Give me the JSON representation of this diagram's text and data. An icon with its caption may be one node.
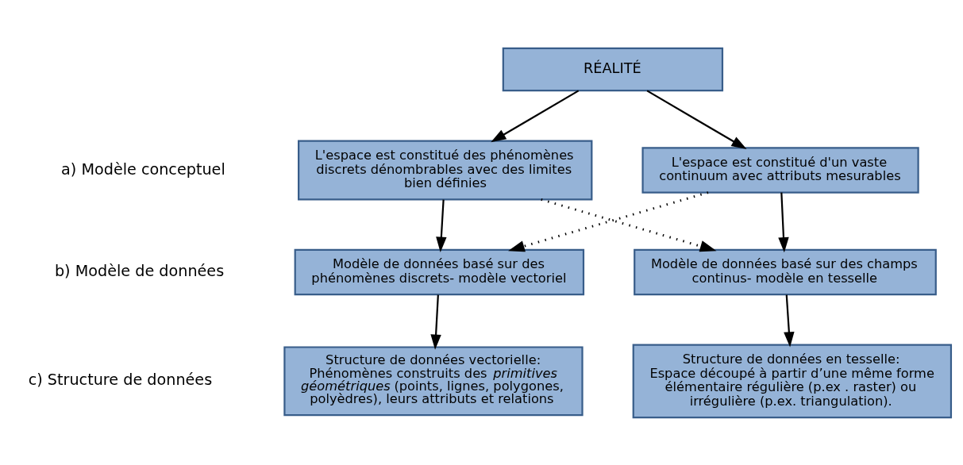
{
  "diagram": {
    "nodes": [
      {
        "text": [
          "RÉALITÉ"
        ]
      },
      {
        "text": [
          "L'espace est constitué des phénomènes discrets dénombrables avec des limites bien définies"
        ]
      },
      {
        "text": [
          "L'espace est constitué d'un vaste continuum avec attributs mesurables"
        ]
      },
      {
        "text": [
          "Modèle de données basé sur des phénomènes discrets- modèle vectoriel"
        ]
      },
      {
        "text": [
          "Modèle de données basé sur des champs continus- modèle en tesselle"
        ]
      },
      {
        "text": [
          "Structure de données vectorielle:",
          "Phénomènes construits des *primitives géométriques* (points, lignes, polygones, polyèdres), leurs attributs et relations"
        ]
      },
      {
        "text": [
          "Structure de données en tesselle:",
          "Espace découpé à partir d’une même forme élémentaire régulière (p.ex . raster) ou irrégulière (p.ex. triangulation)."
        ]
      }
    ],
    "edges": [
      {
        "from": 0,
        "to": 1,
        "arrow": "to"
      },
      {
        "from": 0,
        "to": 2,
        "arrow": "to"
      },
      {
        "from": 1,
        "to": 3,
        "arrow": "to"
      },
      {
        "from": 1,
        "to": 4,
        "arrow": "to",
        "style": "dashed"
      },
      {
        "from": 2,
        "to": 4,
        "arrow": "to"
      },
      {
        "from": 2,
        "to": 3,
        "arrow": "to",
        "style": "dashed"
      },
      {
        "from": 3,
        "to": 5,
        "arrow": "to"
      },
      {
        "from": 4,
        "to": 6,
        "arrow": "to"
      }
    ],
    "labels": [
      "a) Modèle conceptuel",
      "b) Modèle de données",
      "c) Structure de données"
    ]
  }
}
